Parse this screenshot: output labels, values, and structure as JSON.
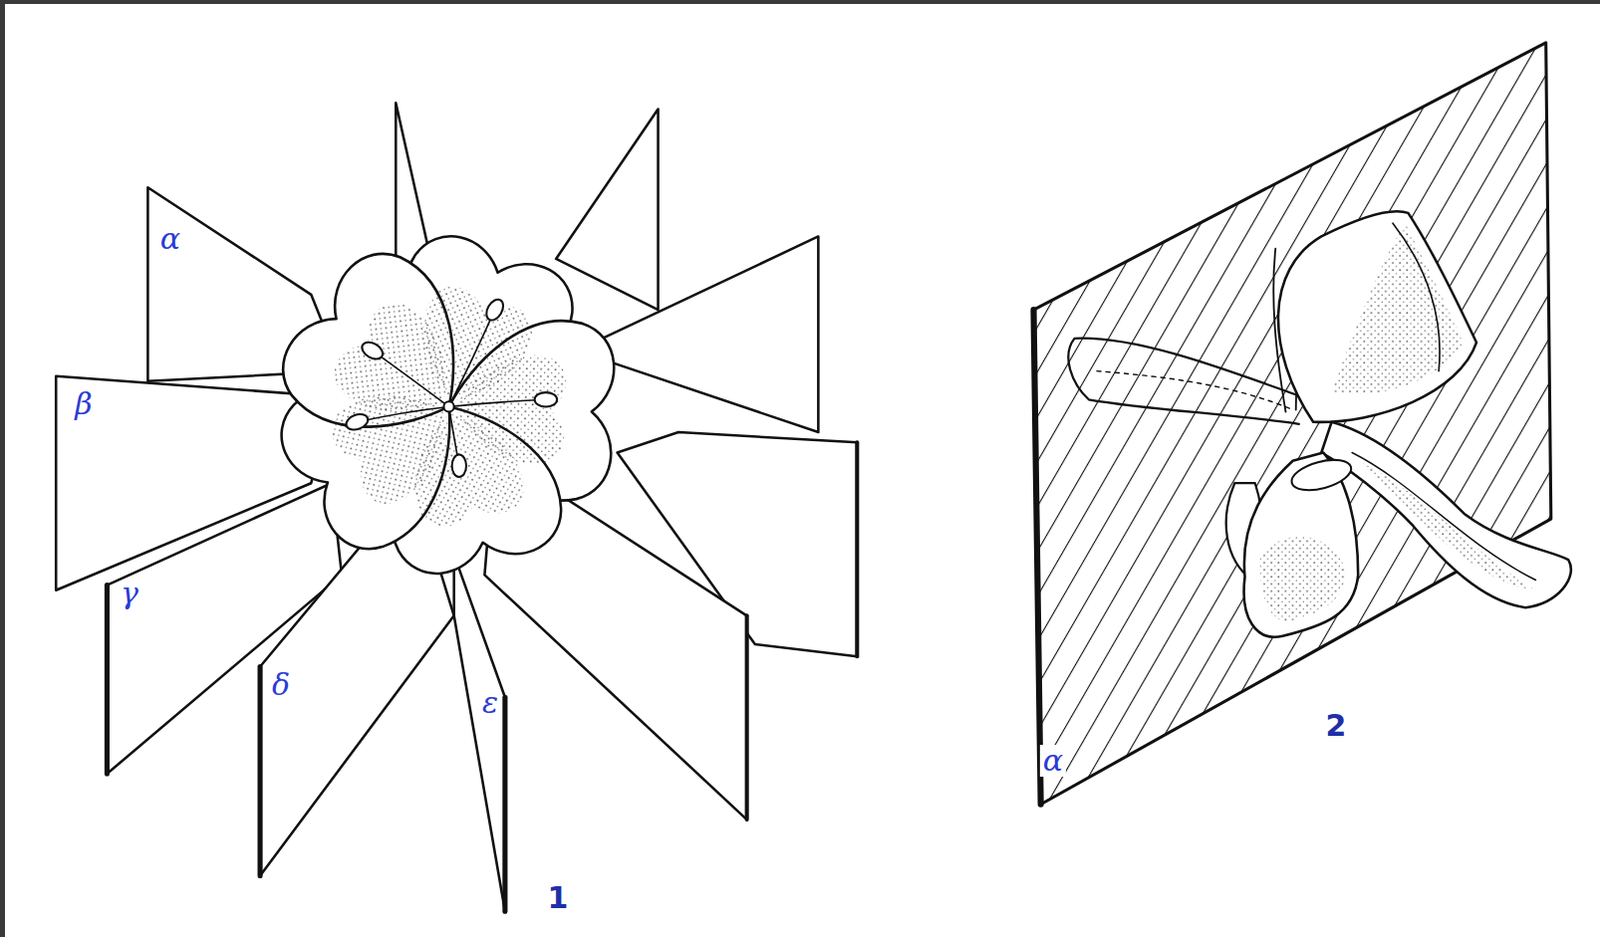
{
  "diagram": {
    "labels": [
      "α",
      "β",
      "γ",
      "δ",
      "ε",
      "1",
      "α",
      "2"
    ]
  }
}
